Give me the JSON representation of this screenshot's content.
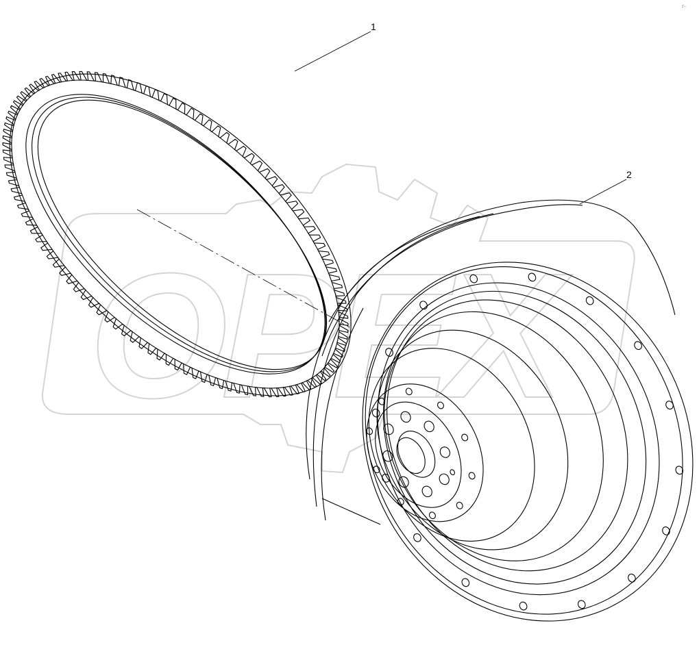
{
  "callouts": [
    {
      "number": "1",
      "part": "ring-gear"
    },
    {
      "number": "2",
      "part": "flywheel"
    }
  ],
  "watermark": {
    "text": "OPEX",
    "color": "#d8d8d8"
  },
  "corner_mark": "r-",
  "colors": {
    "line": "#000000",
    "background": "#ffffff"
  }
}
